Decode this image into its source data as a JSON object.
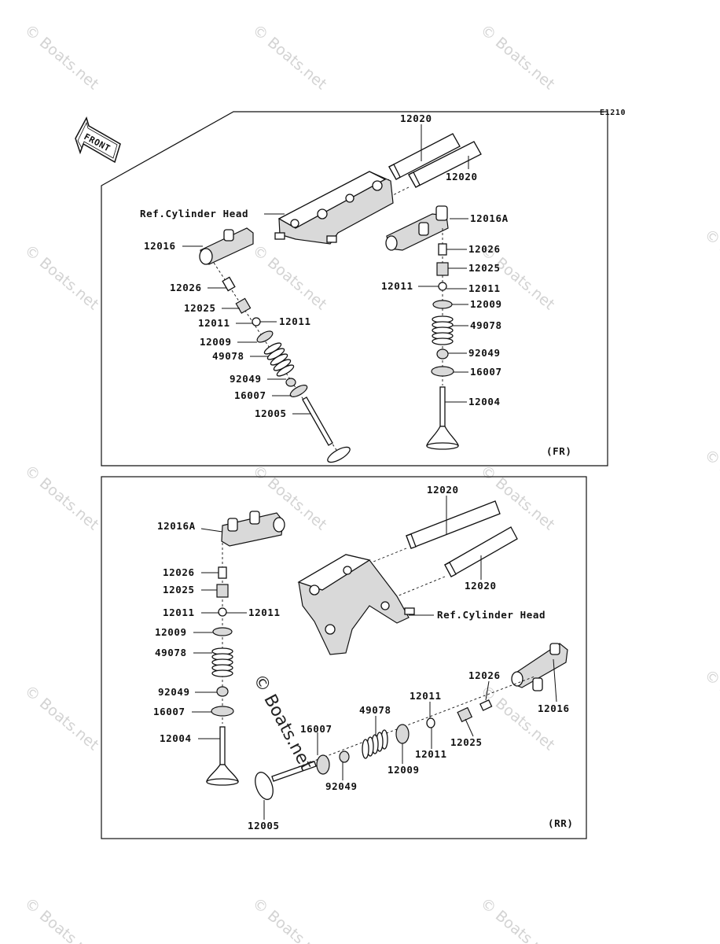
{
  "code": "E1210",
  "front_label": "FRONT",
  "watermark": "© Boats.net",
  "center_watermark": "© Boats.net",
  "panel_fr": {
    "tag": "(FR)",
    "ref_label": "Ref.Cylinder Head",
    "labels": {
      "p12020_top": "12020",
      "p12020_right": "12020",
      "p12016A": "12016A",
      "p12026_r": "12026",
      "p12025_r": "12025",
      "p12011_rl": "12011",
      "p12011_rr": "12011",
      "p12009_r": "12009",
      "p49078_r": "49078",
      "p92049_r": "92049",
      "p16007_r": "16007",
      "p12004_r": "12004",
      "p12016": "12016",
      "p12026_l": "12026",
      "p12025_l": "12025",
      "p12011_ll": "12011",
      "p12011_lr": "12011",
      "p12009_l": "12009",
      "p49078_l": "49078",
      "p92049_l": "92049",
      "p16007_l": "16007",
      "p12005_l": "12005"
    }
  },
  "panel_rr": {
    "tag": "(RR)",
    "ref_label": "Ref.Cylinder Head",
    "labels": {
      "p12020_top": "12020",
      "p12020_right": "12020",
      "p12016A": "12016A",
      "p12026_l": "12026",
      "p12025_l": "12025",
      "p12011_ll": "12011",
      "p12011_lr": "12011",
      "p12009_l": "12009",
      "p49078_l": "49078",
      "p92049_l": "92049",
      "p16007_l": "16007",
      "p12004_l": "12004",
      "p12026_r": "12026",
      "p12016_r": "12016",
      "p12011_t": "12011",
      "p12011_b": "12011",
      "p12025_b": "12025",
      "p49078_t": "49078",
      "p12009_b": "12009",
      "p16007_t": "16007",
      "p92049_b": "92049",
      "p12005_b": "12005"
    }
  }
}
